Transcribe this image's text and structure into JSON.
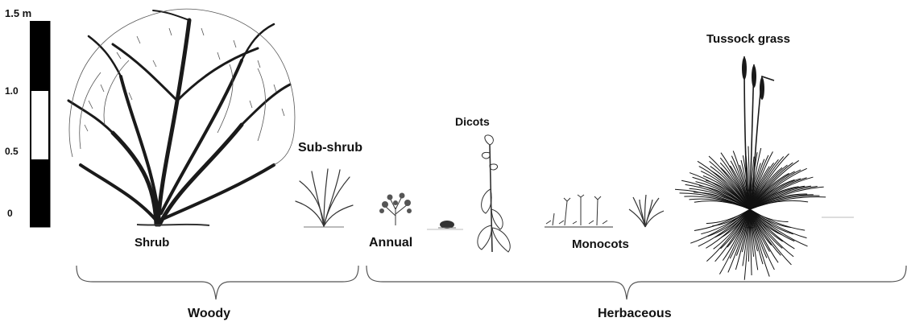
{
  "scale": {
    "unit_label": "1.5 m",
    "ticks": [
      "1.0",
      "0.5",
      "0"
    ]
  },
  "plants": {
    "shrub": "Shrub",
    "sub_shrub": "Sub-shrub",
    "annual": "Annual",
    "dicots": "Dicots",
    "monocots": "Monocots",
    "tussock_grass": "Tussock grass"
  },
  "groups": {
    "woody": "Woody",
    "herbaceous": "Herbaceous"
  },
  "colors": {
    "ink": "#1a1a1a",
    "scale_black": "#000000",
    "scale_white": "#ffffff"
  }
}
